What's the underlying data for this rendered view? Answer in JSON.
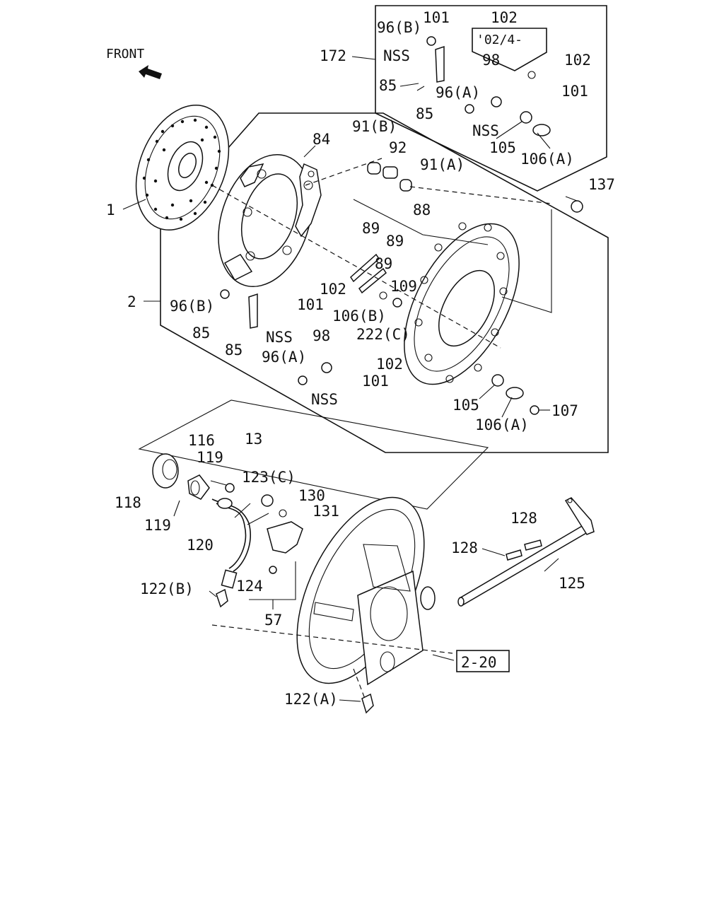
{
  "front_label": "FRONT",
  "date_box": "'02/4-",
  "ref_box": "2-20",
  "callouts": {
    "p1": "1",
    "p2": "2",
    "p13": "13",
    "p57": "57",
    "p84": "84",
    "p85_a": "85",
    "p85_b": "85",
    "p85_c": "85",
    "p85_d": "85",
    "p88": "88",
    "p89_a": "89",
    "p89_b": "89",
    "p89_c": "89",
    "p91a": "91(A)",
    "p91b": "91(B)",
    "p92": "92",
    "p96a_top": "96(A)",
    "p96b_top": "96(B)",
    "p96a_mid": "96(A)",
    "p96b_mid": "96(B)",
    "p98_top": "98",
    "p98_mid": "98",
    "p101_a": "101",
    "p101_b": "101",
    "p101_c": "101",
    "p101_d": "101",
    "p102_a": "102",
    "p102_b": "102",
    "p102_c": "102",
    "p102_d": "102",
    "p105_top": "105",
    "p105_mid": "105",
    "p106a_top": "106(A)",
    "p106a_mid": "106(A)",
    "p106b": "106(B)",
    "p107": "107",
    "p109": "109",
    "p116": "116",
    "p118": "118",
    "p119_a": "119",
    "p119_b": "119",
    "p120": "120",
    "p122a": "122(A)",
    "p122b": "122(B)",
    "p123c": "123(C)",
    "p124": "124",
    "p125": "125",
    "p128_a": "128",
    "p128_b": "128",
    "p130": "130",
    "p131": "131",
    "p137": "137",
    "p172": "172",
    "p222c": "222(C)",
    "nss_a": "NSS",
    "nss_b": "NSS",
    "nss_c": "NSS",
    "nss_d": "NSS"
  }
}
